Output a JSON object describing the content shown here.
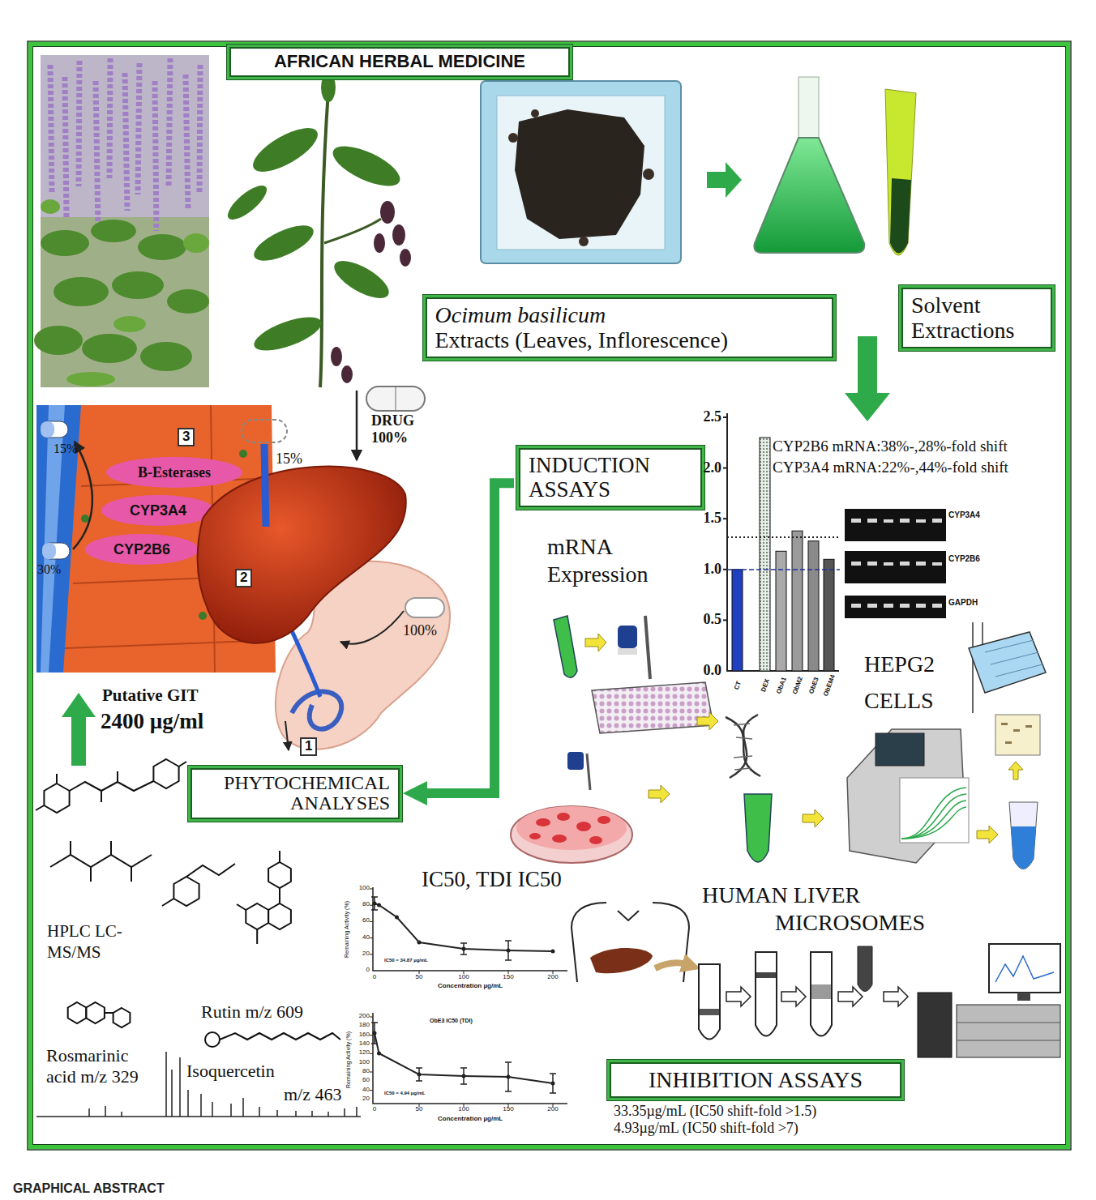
{
  "diagram": {
    "caption": "GRAPHICAL ABSTRACT",
    "nodes": [
      {
        "text": [
          "AFRICAN HERBAL MEDICINE"
        ]
      },
      {
        "text": [
          "Ocimum basilicum",
          "Extracts (Leaves, Inflorescence)"
        ]
      },
      {
        "text": [
          "Solvent Extractions"
        ]
      },
      {
        "text": [
          "INDUCTION ASSAYS"
        ]
      },
      {
        "text": [
          "PHYTOCHEMICAL ANALYSES"
        ]
      },
      {
        "text": [
          "INHIBITION ASSAYS"
        ]
      }
    ],
    "edges": [
      {
        "from": 3,
        "to": 4,
        "arrow": "to"
      }
    ],
    "labels": [
      "DRUG",
      "100%",
      "15%",
      "15%",
      "B-Esterases",
      "CYP3A4",
      "CYP2B6",
      "30%",
      "3",
      "2",
      "100%",
      "1",
      "Putative GIT",
      "2400 µg/ml",
      "mRNA Expression",
      "CYP2B6 mRNA:38%-,28%-fold shift",
      "CYP3A4 mRNA:22%-,44%-fold shift",
      "2.5",
      "2.0",
      "1.5",
      "1.0",
      "0.5",
      "0.0",
      "CT",
      "DEX",
      "ObA1",
      "ObM2",
      "ObE3",
      "ObEM4",
      "CYP3A4",
      "CYP2B6",
      "GAPDH",
      "HEPG2 CELLS",
      "IC50, TDI IC50",
      "HUMAN LIVER MICROSOMES",
      "HPLC LC-MS/MS",
      "Rutin m/z 609",
      "Rosmarinic acid m/z 329",
      "Isoquercetin",
      "m/z 463",
      "33.35µg/mL (IC50 shift-fold >1.5)",
      "4.93µg/mL (IC50 shift-fold >7)",
      "100",
      "80",
      "60",
      "40",
      "20",
      "0",
      "0",
      "50",
      "100",
      "150",
      "200",
      "Concentration µg/mL",
      "Remaining Activity (%)",
      "IC50 = 34.87 µg/mL",
      "200",
      "180",
      "160",
      "140",
      "120",
      "100",
      "80",
      "60",
      "40",
      "20",
      "0",
      "50",
      "100",
      "150",
      "200",
      "Concentration µg/mL",
      "Remaining Activity (%)",
      "ObE3 IC50 (TDI)",
      "IC50 = 4.94 µg/mL"
    ]
  }
}
